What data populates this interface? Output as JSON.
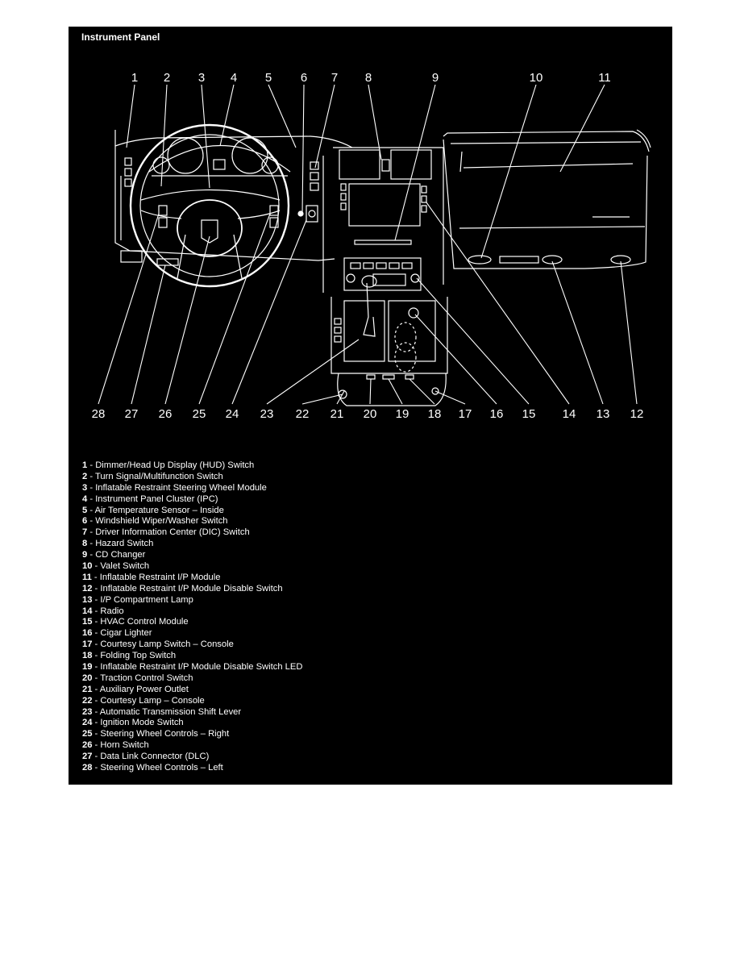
{
  "title": "Instrument Panel",
  "separator": " - ",
  "callouts": [
    "1",
    "2",
    "3",
    "4",
    "5",
    "6",
    "7",
    "8",
    "9",
    "10",
    "11",
    "28",
    "27",
    "26",
    "25",
    "24",
    "23",
    "22",
    "21",
    "20",
    "19",
    "18",
    "17",
    "16",
    "15",
    "14",
    "13",
    "12"
  ],
  "legend": [
    {
      "num": "1",
      "text": "Dimmer/Head Up Display (HUD) Switch"
    },
    {
      "num": "2",
      "text": "Turn Signal/Multifunction Switch"
    },
    {
      "num": "3",
      "text": "Inflatable Restraint Steering Wheel Module"
    },
    {
      "num": "4",
      "text": "Instrument Panel Cluster (IPC)"
    },
    {
      "num": "5",
      "text": "Air Temperature Sensor – Inside"
    },
    {
      "num": "6",
      "text": "Windshield Wiper/Washer Switch"
    },
    {
      "num": "7",
      "text": "Driver Information Center (DIC) Switch"
    },
    {
      "num": "8",
      "text": "Hazard Switch"
    },
    {
      "num": "9",
      "text": "CD Changer"
    },
    {
      "num": "10",
      "text": "Valet Switch"
    },
    {
      "num": "11",
      "text": "Inflatable Restraint I/P Module"
    },
    {
      "num": "12",
      "text": "Inflatable Restraint I/P Module Disable Switch"
    },
    {
      "num": "13",
      "text": "I/P Compartment Lamp"
    },
    {
      "num": "14",
      "text": "Radio"
    },
    {
      "num": "15",
      "text": "HVAC Control Module"
    },
    {
      "num": "16",
      "text": "Cigar Lighter"
    },
    {
      "num": "17",
      "text": "Courtesy Lamp Switch – Console"
    },
    {
      "num": "18",
      "text": "Folding Top Switch"
    },
    {
      "num": "19",
      "text": "Inflatable Restraint I/P Module Disable Switch LED"
    },
    {
      "num": "20",
      "text": "Traction Control Switch"
    },
    {
      "num": "21",
      "text": "Auxiliary Power Outlet"
    },
    {
      "num": "22",
      "text": "Courtesy Lamp – Console"
    },
    {
      "num": "23",
      "text": "Automatic Transmission Shift Lever"
    },
    {
      "num": "24",
      "text": "Ignition Mode Switch"
    },
    {
      "num": "25",
      "text": "Steering Wheel Controls – Right"
    },
    {
      "num": "26",
      "text": "Horn Switch"
    },
    {
      "num": "27",
      "text": "Data Link Connector (DLC)"
    },
    {
      "num": "28",
      "text": "Steering Wheel Controls – Left"
    }
  ]
}
